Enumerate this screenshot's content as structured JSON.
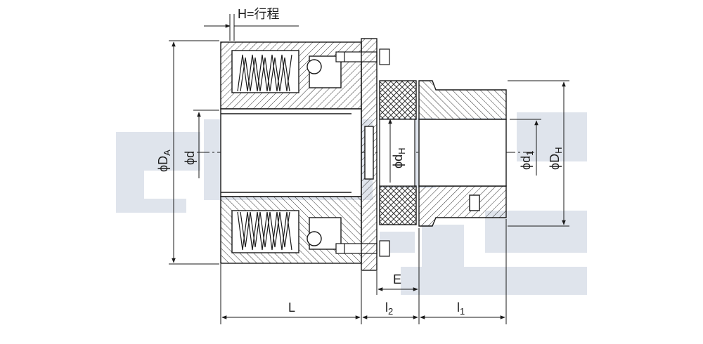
{
  "labels": {
    "stroke": "H=行程",
    "phi": "ϕ",
    "DA_main": "D",
    "DA_sub": "A",
    "d": "d",
    "dH_main": "d",
    "dH_sub": "H",
    "d1_main": "d",
    "d1_sub": "1",
    "DH_main": "D",
    "DH_sub": "H",
    "L": "L",
    "E": "E",
    "l2_main": "l",
    "l2_sub": "2",
    "l1_main": "l",
    "l1_sub": "1"
  },
  "colors": {
    "line": "#1a1a1a",
    "hatch": "#333333",
    "watermark": "#dfe4ec",
    "background": "#ffffff"
  }
}
